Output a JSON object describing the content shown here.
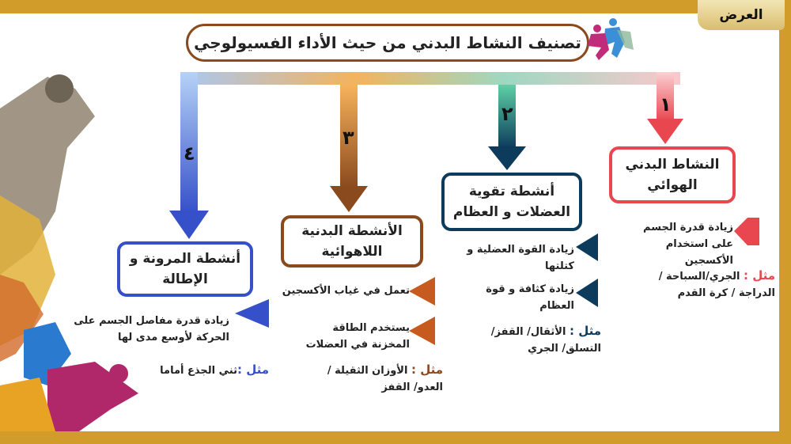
{
  "header": {
    "badge": "العرض",
    "title": "تصنيف النشاط البدني من حيث الأداء الفسيولوجي"
  },
  "colors": {
    "frame": "#d29c2a",
    "aerobic": "#e8474f",
    "strength": "#0d3b5c",
    "anaerobic": "#8a4a1d",
    "flexibility": "#3550c9"
  },
  "categories": [
    {
      "number": "١",
      "title": "النشاط البدني الهوائي",
      "points": [
        "زيادة قدرة الجسم على استخدام الأكسجين"
      ],
      "example_label": "مثل :",
      "example": "الجري/السباحة / الدراجة / كرة القدم"
    },
    {
      "number": "٢",
      "title": "أنشطة تقوية العضلات و العظام",
      "points": [
        "زيادة القوة العضلية و كتلتها",
        "زيادة كثافة و قوة العظام"
      ],
      "example_label": "مثل :",
      "example": "الأثقال/ القفز/ التسلق/ الجري"
    },
    {
      "number": "٣",
      "title": "الأنشطة البدنية اللاهوائية",
      "points": [
        "تعمل في غياب الأكسجين",
        "يستخدم الطاقة المخزنة في العضلات"
      ],
      "example_label": "مثل :",
      "example": "الأوزان الثقيلة / العدو/ القفز"
    },
    {
      "number": "٤",
      "title": "أنشطة المرونة و الإطالة",
      "points": [
        "زيادة قدرة مفاصل الجسم على الحركة لأوسع مدى لها"
      ],
      "example_label": "مثل :",
      "example": "ثني الجذع أماما"
    }
  ]
}
